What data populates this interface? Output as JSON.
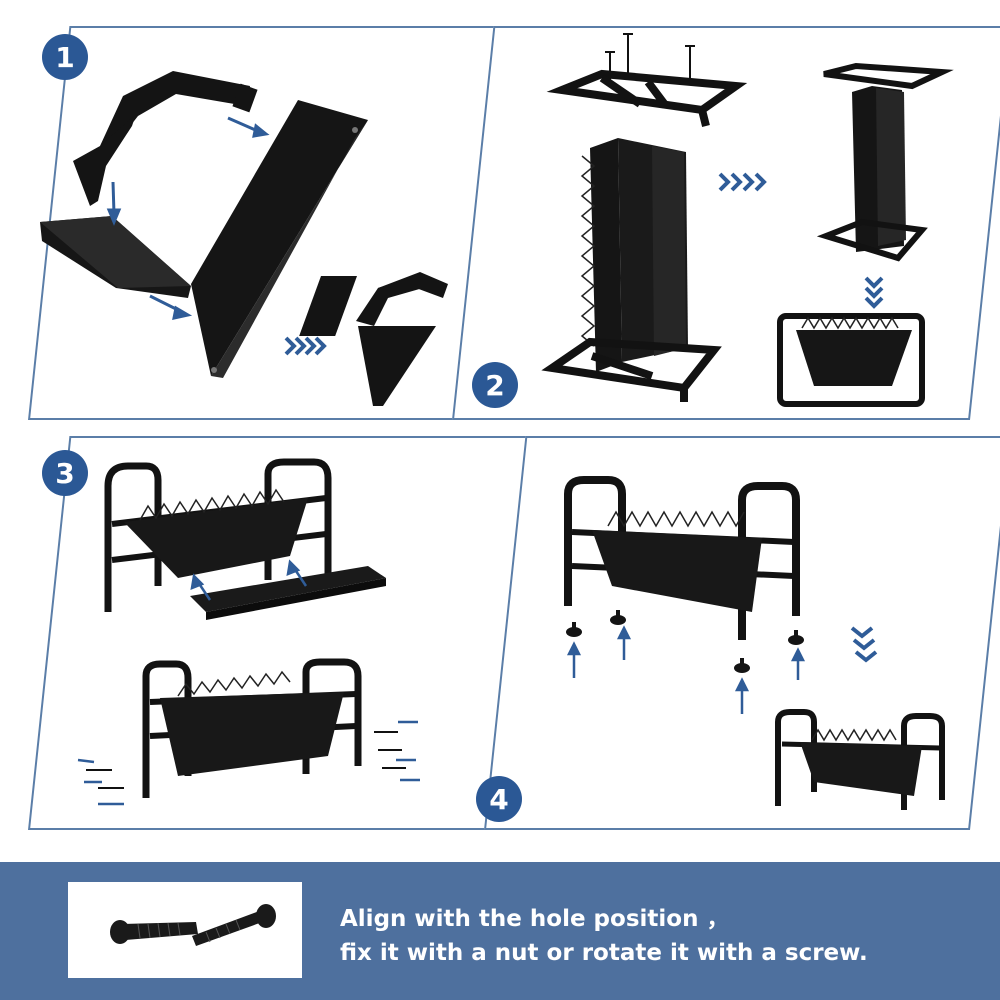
{
  "steps": [
    {
      "number": "1"
    },
    {
      "number": "2"
    },
    {
      "number": "3"
    },
    {
      "number": "4"
    }
  ],
  "instruction": {
    "line1": "Align with the hole position ，",
    "line2": "fix it with a nut or rotate it with a screw."
  },
  "colors": {
    "badge": "#2b5895",
    "panel_border": "#5b7ea8",
    "footer": "#4e709e",
    "arrow": "#2f5c98",
    "product": "#111111"
  },
  "icons": [
    "arrow-right-chevrons-icon",
    "arrow-down-chevrons-icon",
    "screw-icon"
  ]
}
